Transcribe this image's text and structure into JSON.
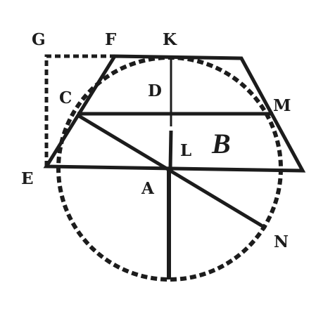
{
  "figure": {
    "labels": {
      "G": "G",
      "F": "F",
      "K": "K",
      "D": "D",
      "C": "C",
      "M": "M",
      "L": "L",
      "B": "B",
      "E": "E",
      "A": "A",
      "N": "N"
    }
  }
}
